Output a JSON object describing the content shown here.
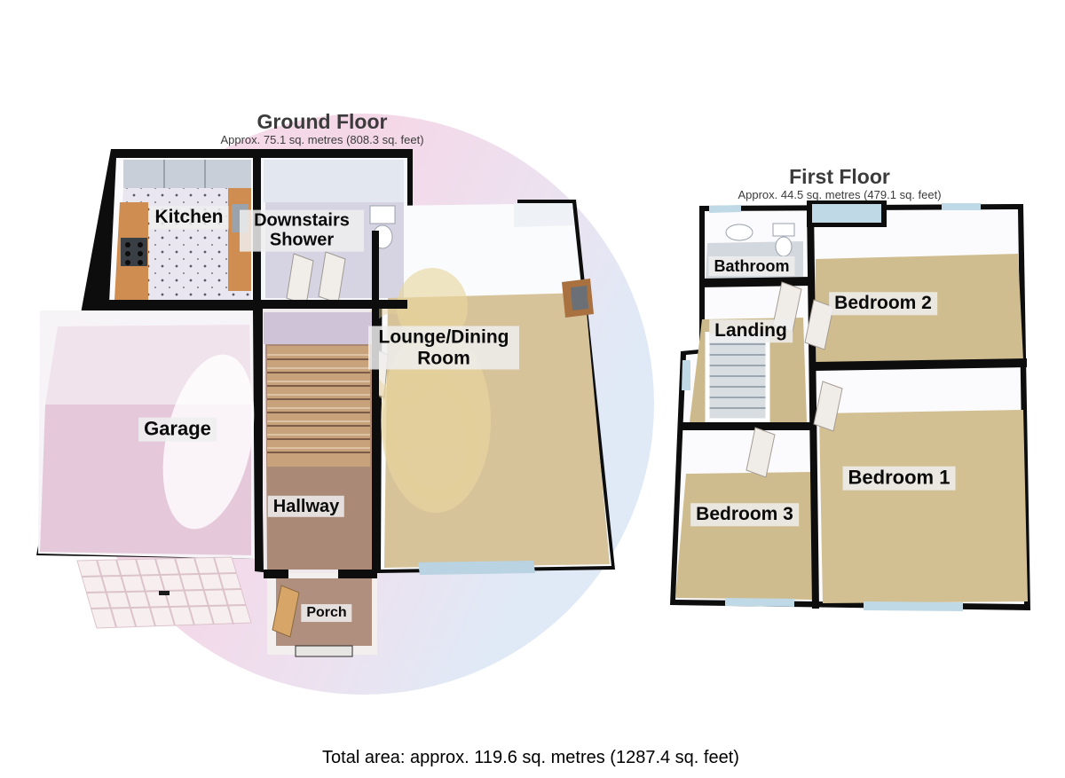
{
  "ground_floor": {
    "title": "Ground Floor",
    "subtitle": "Approx. 75.1 sq. metres (808.3 sq. feet)",
    "rooms": [
      {
        "id": "kitchen",
        "label": "Kitchen"
      },
      {
        "id": "downstairs-shower",
        "label": "Downstairs Shower"
      },
      {
        "id": "lounge-dining",
        "label": "Lounge/Dining Room"
      },
      {
        "id": "garage",
        "label": "Garage"
      },
      {
        "id": "hallway",
        "label": "Hallway"
      },
      {
        "id": "porch",
        "label": "Porch"
      }
    ]
  },
  "first_floor": {
    "title": "First Floor",
    "subtitle": "Approx. 44.5 sq. metres (479.1 sq. feet)",
    "rooms": [
      {
        "id": "bathroom",
        "label": "Bathroom"
      },
      {
        "id": "landing",
        "label": "Landing"
      },
      {
        "id": "bedroom-2",
        "label": "Bedroom 2"
      },
      {
        "id": "bedroom-1",
        "label": "Bedroom 1"
      },
      {
        "id": "bedroom-3",
        "label": "Bedroom 3"
      }
    ]
  },
  "footer": {
    "total_area": "Total area: approx. 119.6 sq. metres (1287.4 sq. feet)"
  },
  "colors": {
    "wall": "#0d0d0d",
    "floor_tan": "#d2bf92",
    "floor_lounge": "#d7c399",
    "floor_garage": "#e5c9db",
    "floor_hallway": "#aa8977",
    "floor_porch": "#b18f7e",
    "kitchen_floor": "#eae6f0",
    "counter_wood": "#cf8d52",
    "window_glass": "#b9d3e2",
    "watermark_pink": "#f6d8e8",
    "watermark_blue": "#dde9f7",
    "label_bg": "#eeeeee",
    "title_text": "#3b3b3b"
  }
}
